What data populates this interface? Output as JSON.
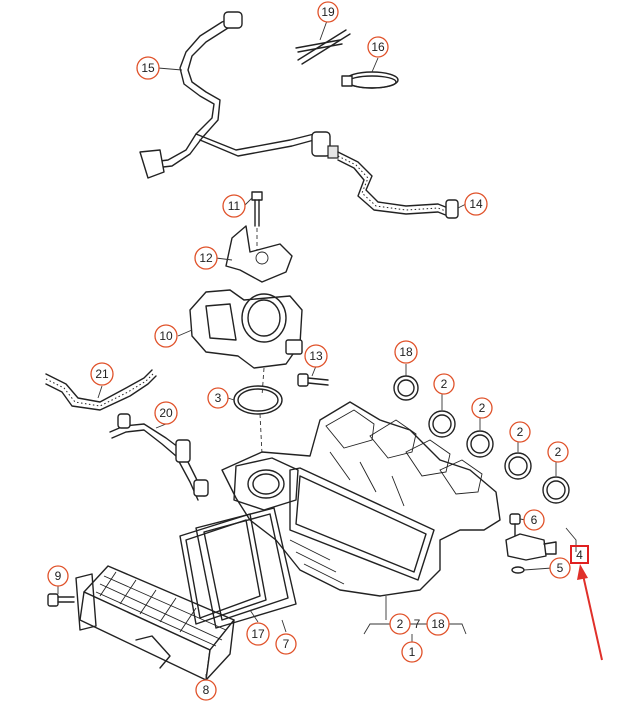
{
  "diagram": {
    "callouts": [
      {
        "id": "c19",
        "label": "19"
      },
      {
        "id": "c16",
        "label": "16"
      },
      {
        "id": "c15",
        "label": "15"
      },
      {
        "id": "c14",
        "label": "14"
      },
      {
        "id": "c11",
        "label": "11"
      },
      {
        "id": "c12",
        "label": "12"
      },
      {
        "id": "c10",
        "label": "10"
      },
      {
        "id": "c13",
        "label": "13"
      },
      {
        "id": "c18a",
        "label": "18"
      },
      {
        "id": "c21",
        "label": "21"
      },
      {
        "id": "c3",
        "label": "3"
      },
      {
        "id": "c2a",
        "label": "2"
      },
      {
        "id": "c2b",
        "label": "2"
      },
      {
        "id": "c2c",
        "label": "2"
      },
      {
        "id": "c2d",
        "label": "2"
      },
      {
        "id": "c20",
        "label": "20"
      },
      {
        "id": "c6",
        "label": "6"
      },
      {
        "id": "c5",
        "label": "5"
      },
      {
        "id": "c9",
        "label": "9"
      },
      {
        "id": "c17",
        "label": "17"
      },
      {
        "id": "c7",
        "label": "7"
      },
      {
        "id": "c2e",
        "label": "2"
      },
      {
        "id": "c18b",
        "label": "18"
      },
      {
        "id": "c1",
        "label": "1"
      },
      {
        "id": "c8",
        "label": "8"
      }
    ],
    "plain_labels": {
      "label_4": "4",
      "label_7_inline": "7"
    },
    "highlight": {
      "color": "#e02020",
      "arrow_color": "#e0302a"
    },
    "callout_color": "#e0522a"
  }
}
